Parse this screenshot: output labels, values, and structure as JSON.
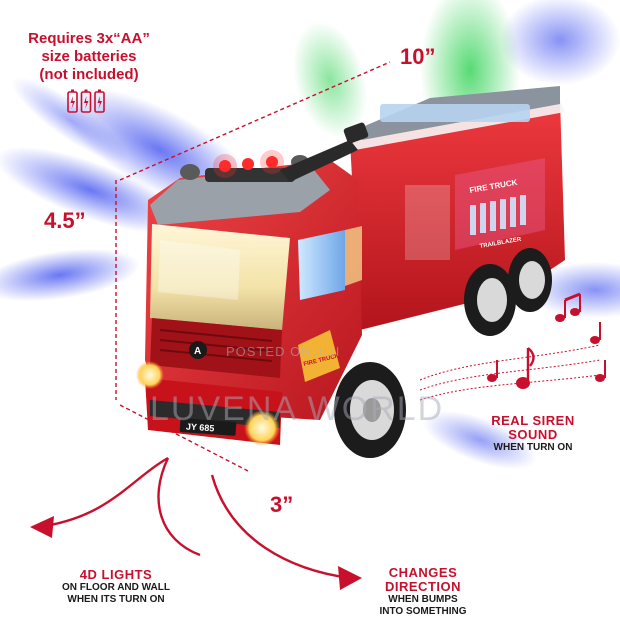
{
  "battery_note": {
    "line1": "Requires 3x“AA”",
    "line2": "size batteries",
    "line3": "(not included)"
  },
  "dimensions": {
    "length": "10”",
    "height": "4.5”",
    "width": "3”"
  },
  "truck": {
    "side_label": "FIRE TRUCK",
    "side_label_small": "TRAILBLAZER",
    "door_badge": "FIRE TRUCK",
    "license_plate": "JY 685",
    "grille_logo": "A"
  },
  "features": {
    "siren": {
      "title_line1": "REAL SIREN",
      "title_line2": "SOUND",
      "subtitle": "WHEN TURN ON"
    },
    "lights": {
      "title": "4D LIGHTS",
      "subtitle_line1": "ON FLOOR AND WALL",
      "subtitle_line2": "WHEN ITS TURN ON"
    },
    "direction": {
      "title_line1": "CHANGES",
      "title_line2": "DIRECTION",
      "subtitle_line1": "WHEN BUMPS",
      "subtitle_line2": "INTO SOMETHING"
    }
  },
  "watermark": {
    "line1": "POSTED ON JIJI",
    "line2": "LUVENA WORLD"
  },
  "colors": {
    "accent": "#c8102e",
    "truck_body": "#d8202a",
    "light_blue": "#5a6cf0",
    "light_green": "#3ccf5a"
  }
}
